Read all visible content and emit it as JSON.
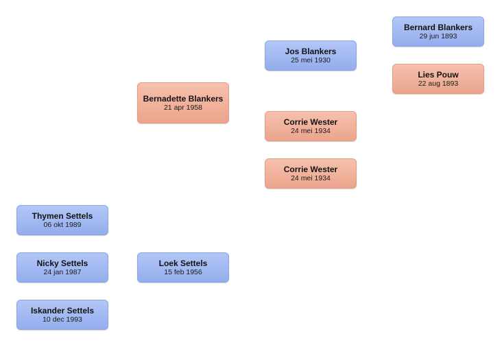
{
  "persons": [
    {
      "id": "bernard",
      "name": "Bernard Blankers",
      "date": "29 jun 1893",
      "gender": "male"
    },
    {
      "id": "lies",
      "name": "Lies Pouw",
      "date": "22 aug 1893",
      "gender": "female"
    },
    {
      "id": "jos",
      "name": "Jos Blankers",
      "date": "25 mei 1930",
      "gender": "male"
    },
    {
      "id": "corrie1",
      "name": "Corrie Wester",
      "date": "24 mei 1934",
      "gender": "female"
    },
    {
      "id": "corrie2",
      "name": "Corrie Wester",
      "date": "24 mei 1934",
      "gender": "female"
    },
    {
      "id": "bernadette",
      "name": "Bernadette Blankers",
      "date": "21 apr 1958",
      "gender": "female"
    },
    {
      "id": "loek",
      "name": "Loek Settels",
      "date": "15 feb 1956",
      "gender": "male"
    },
    {
      "id": "thymen",
      "name": "Thymen Settels",
      "date": "06 okt 1989",
      "gender": "male"
    },
    {
      "id": "nicky",
      "name": "Nicky Settels",
      "date": "24 jan 1987",
      "gender": "male"
    },
    {
      "id": "iskander",
      "name": "Iskander Settels",
      "date": "10 dec 1993",
      "gender": "male"
    }
  ]
}
